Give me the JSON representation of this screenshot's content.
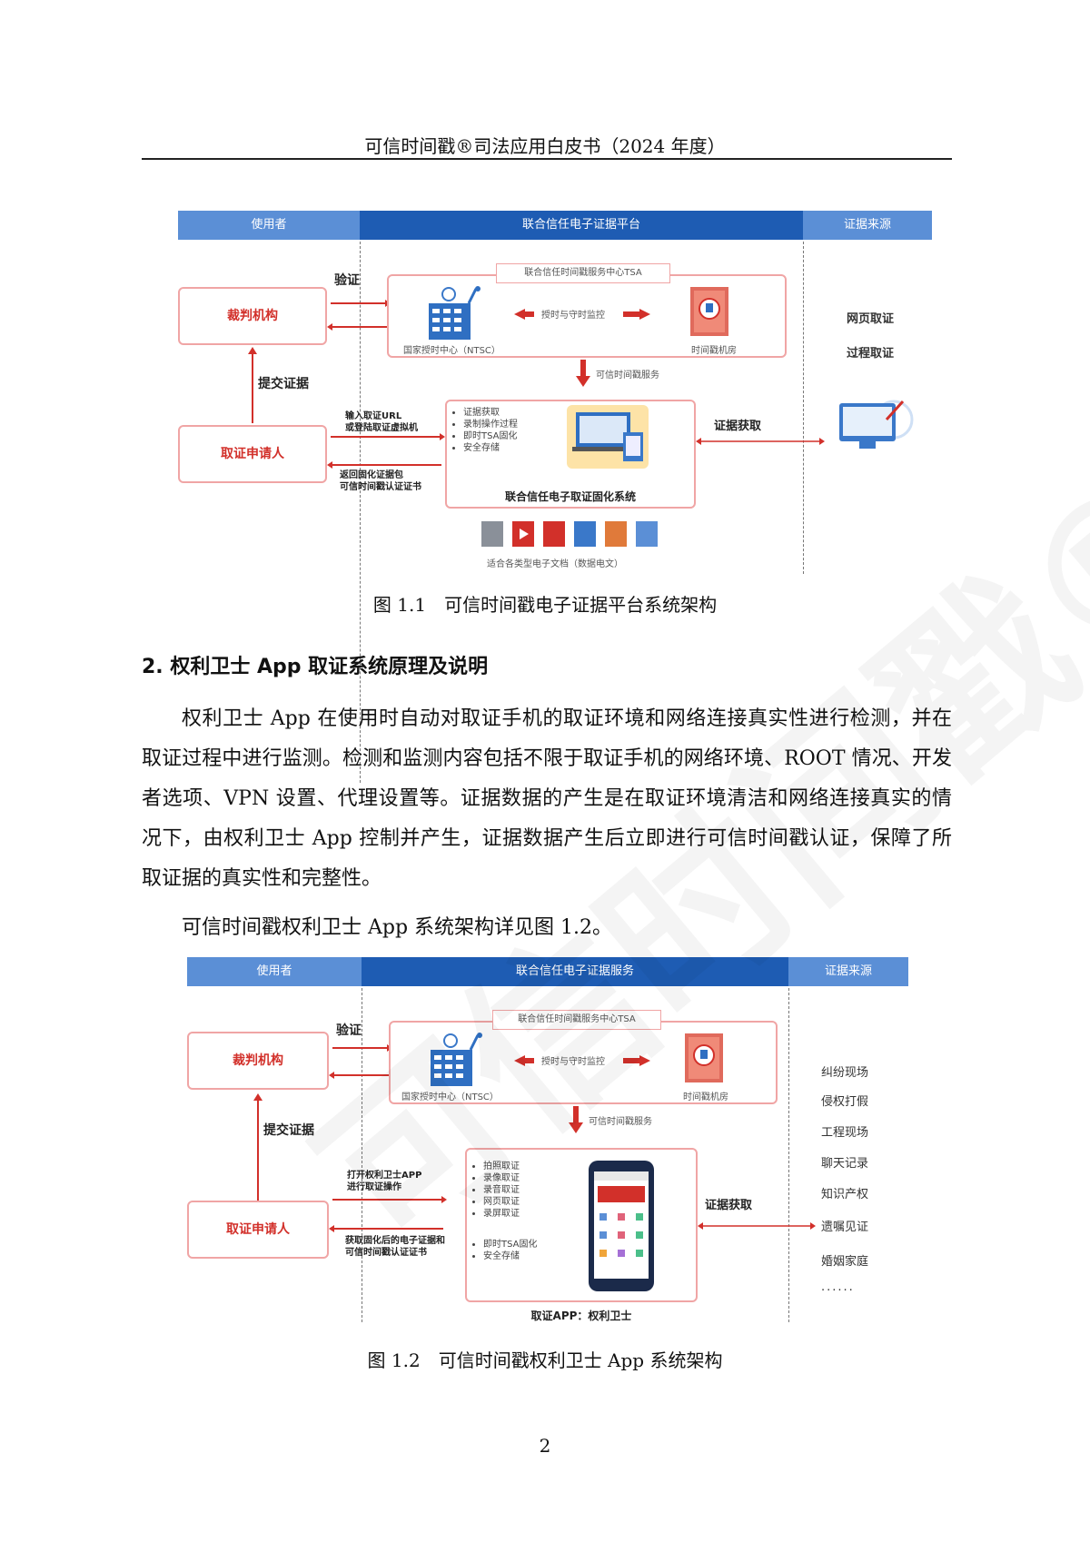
{
  "header": {
    "title": "可信时间戳®司法应用白皮书（2024 年度）"
  },
  "figure1": {
    "bar_user": "使用者",
    "bar_platform": "联合信任电子证据平台",
    "bar_source": "证据来源",
    "verify": "验证",
    "court": "裁判机构",
    "submit": "提交证据",
    "applicant": "取证申请人",
    "tsa_center": "联合信任时间戳服务中心TSA",
    "ntsc": "国家授时中心（NTSC）",
    "timing": "授时与守时监控",
    "tsa_room": "时间戳机房",
    "service": "可信时间戳服务",
    "input_line1": "输入取证URL",
    "input_line2": "或登陆取证虚拟机",
    "return_line1": "返回固化证据包",
    "return_line2": "可信时间戳认证证书",
    "features": [
      "证据获取",
      "录制操作过程",
      "即时TSA固化",
      "安全存储"
    ],
    "system": "联合信任电子取证固化系统",
    "evidence_get": "证据获取",
    "sources": [
      "网页取证",
      "过程取证"
    ],
    "doc_types": "适合各类型电子文档（数据电文）",
    "caption": "图 1.1　可信时间戳电子证据平台系统架构"
  },
  "section": {
    "heading": "2.  权利卫士 App 取证系统原理及说明"
  },
  "paragraphs": [
    "权利卫士 App 在使用时自动对取证手机的取证环境和网络连接真实性进行检测，并在取证过程中进行监测。检测和监测内容包括不限于取证手机的网络环境、ROOT 情况、开发者选项、VPN 设置、代理设置等。证据数据的产生是在取证环境清洁和网络连接真实的情况下，由权利卫士 App 控制并产生，证据数据产生后立即进行可信时间戳认证，保障了所取证据的真实性和完整性。",
    "可信时间戳权利卫士 App 系统架构详见图 1.2。"
  ],
  "figure2": {
    "bar_user": "使用者",
    "bar_platform": "联合信任电子证据服务",
    "bar_source": "证据来源",
    "verify": "验证",
    "court": "裁判机构",
    "submit": "提交证据",
    "applicant": "取证申请人",
    "tsa_center": "联合信任时间戳服务中心TSA",
    "ntsc": "国家授时中心（NTSC）",
    "timing": "授时与守时监控",
    "tsa_room": "时间戳机房",
    "service": "可信时间戳服务",
    "open_line1": "打开权利卫士APP",
    "open_line2": "进行取证操作",
    "get_line1": "获取固化后的电子证据和",
    "get_line2": "可信时间戳认证证书",
    "features": [
      "拍照取证",
      "录像取证",
      "录音取证",
      "网页取证",
      "录屏取证"
    ],
    "features2": [
      "即时TSA固化",
      "安全存储"
    ],
    "app_label": "取证APP：权利卫士",
    "evidence_get": "证据获取",
    "sources": [
      "纠纷现场",
      "侵权打假",
      "工程现场",
      "聊天记录",
      "知识产权",
      "遗嘱见证",
      "婚姻家庭",
      "······"
    ],
    "caption": "图 1.2　可信时间戳权利卫士 App 系统架构"
  },
  "watermark_text": "可信时间戳®",
  "page_number": "2"
}
